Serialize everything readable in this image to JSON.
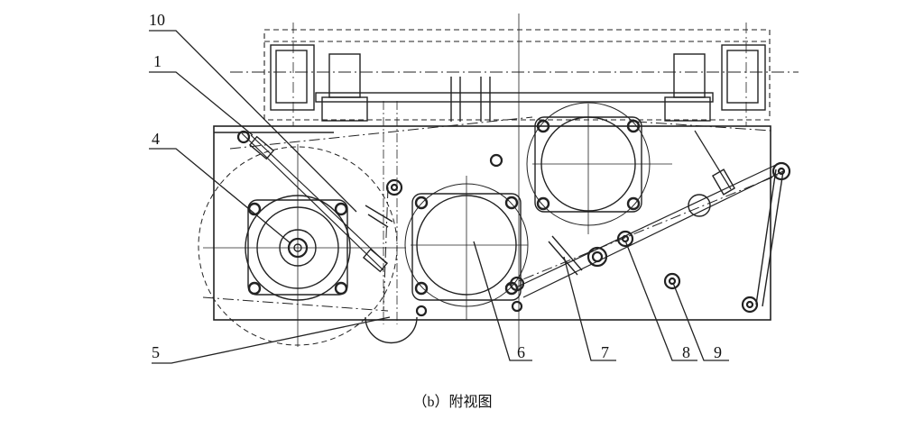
{
  "figure": {
    "caption": "（b）附视图",
    "callouts": [
      "1",
      "4",
      "5",
      "6",
      "7",
      "8",
      "9",
      "10"
    ]
  }
}
